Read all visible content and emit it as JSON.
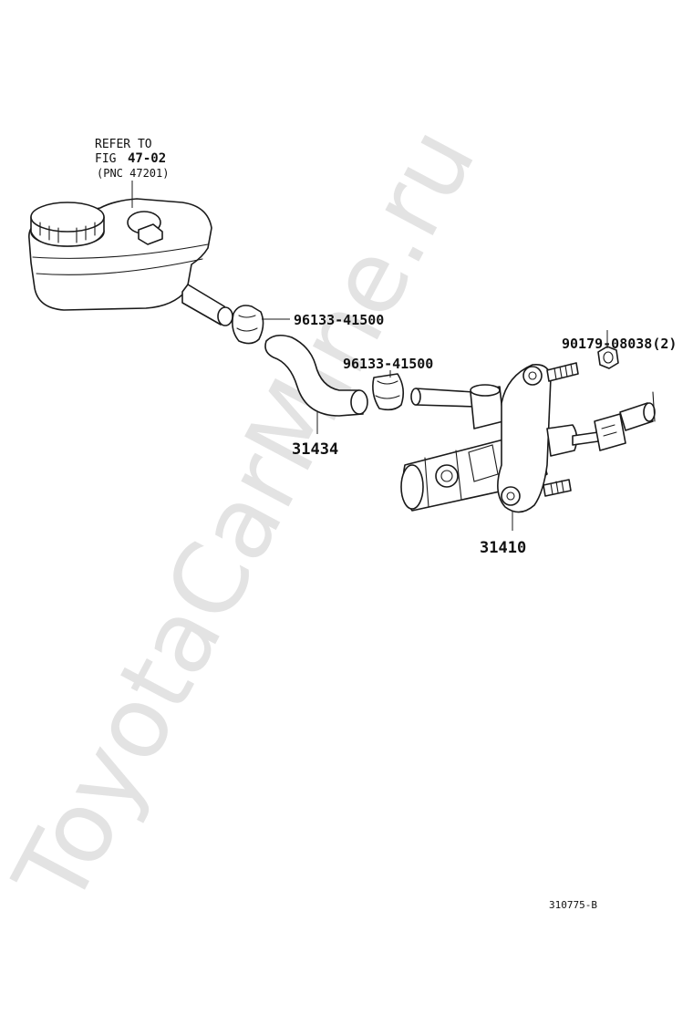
{
  "watermark": "ToyotaCarMine.ru",
  "reference": {
    "line1": "REFER TO",
    "line2_prefix": "FIG",
    "line2_fig": "47-02",
    "line3": "(PNC 47201)"
  },
  "callouts": {
    "clip_upper": "96133-41500",
    "clip_lower": "96133-41500",
    "nut": "90179-08038(2)",
    "hose": "31434",
    "master_cylinder": "31410"
  },
  "illustration_id": "310775-B"
}
